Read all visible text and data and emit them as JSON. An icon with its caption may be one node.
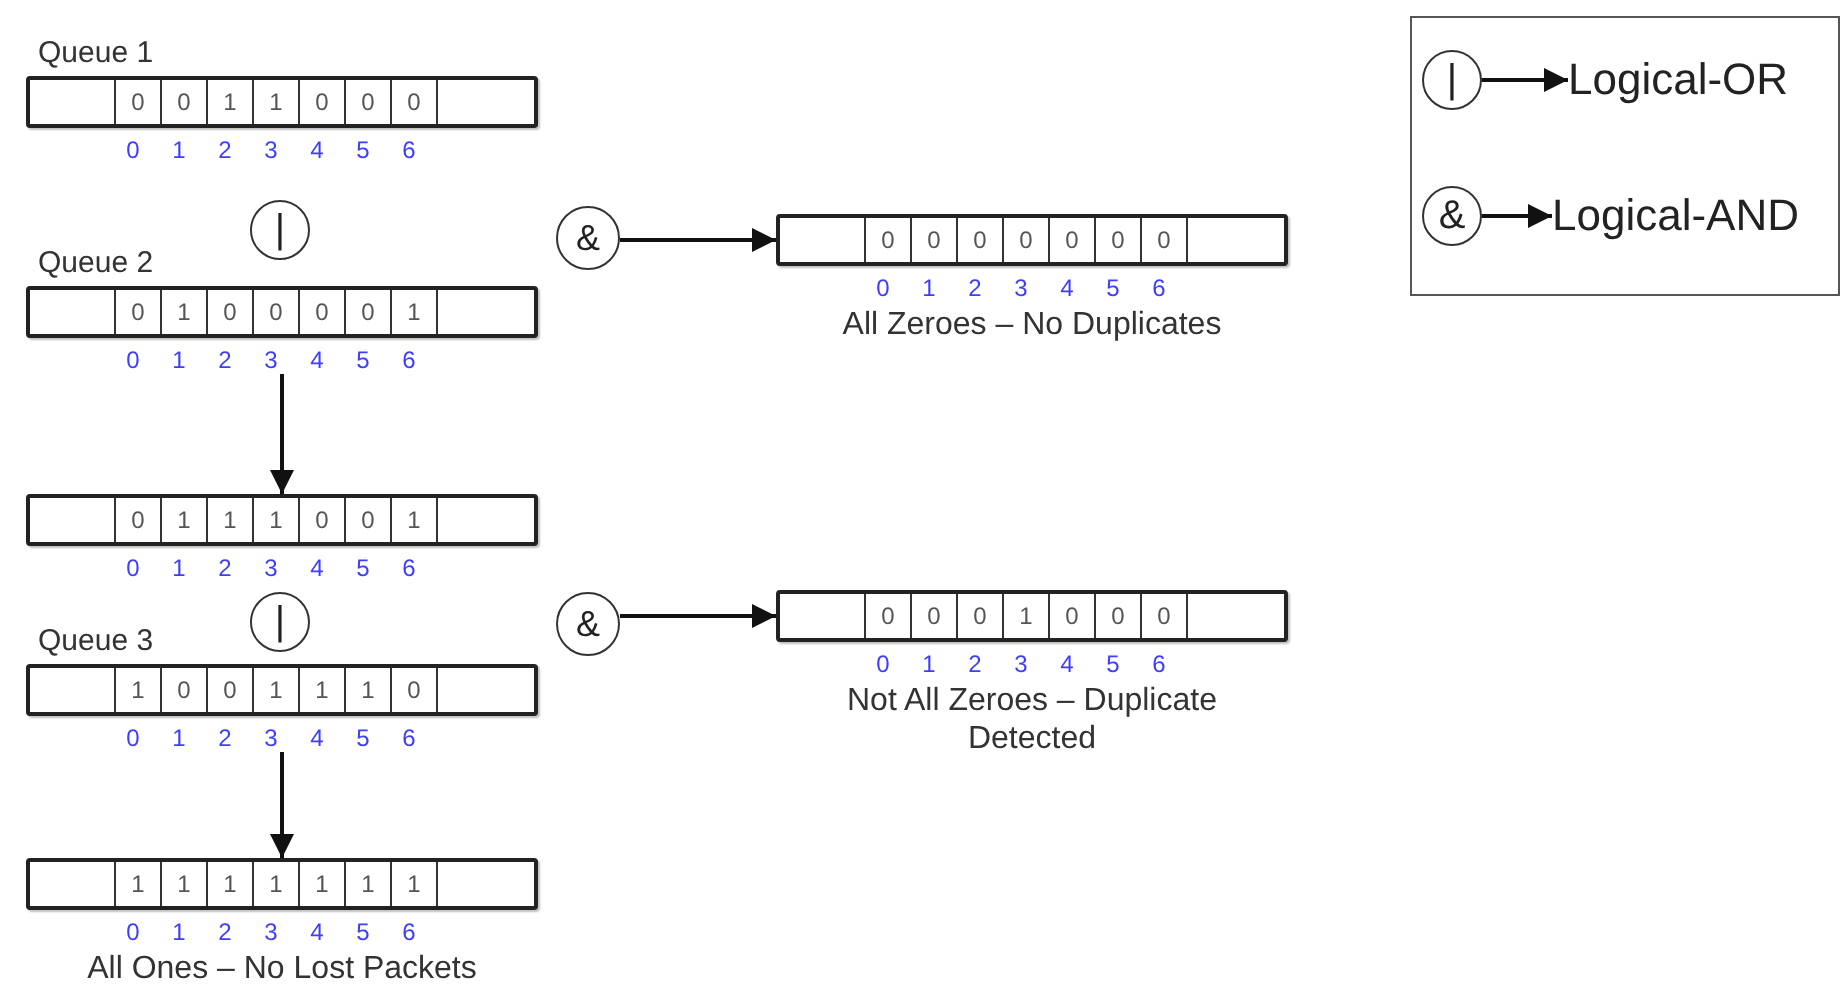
{
  "diagram": {
    "nodes": [
      {
        "text": [
          "0",
          "0",
          "1",
          "1",
          "0",
          "0",
          "0"
        ],
        "beside": [
          "0",
          "1",
          "2",
          "3",
          "4",
          "5",
          "6",
          "Queue 1"
        ]
      },
      {
        "text": [
          "|"
        ]
      },
      {
        "text": [
          "&"
        ]
      },
      {
        "text": [
          "0",
          "0",
          "0",
          "0",
          "0",
          "0",
          "0"
        ],
        "beside": [
          "0",
          "1",
          "2",
          "3",
          "4",
          "5",
          "6",
          "All Zeroes – No Duplicates"
        ]
      },
      {
        "text": [
          "0",
          "1",
          "0",
          "0",
          "0",
          "0",
          "1"
        ],
        "beside": [
          "0",
          "1",
          "2",
          "3",
          "4",
          "5",
          "6",
          "Queue 2"
        ]
      },
      {
        "text": [
          "0",
          "1",
          "1",
          "1",
          "0",
          "0",
          "1"
        ],
        "beside": [
          "0",
          "1",
          "2",
          "3",
          "4",
          "5",
          "6"
        ]
      },
      {
        "text": [
          "|"
        ]
      },
      {
        "text": [
          "&"
        ]
      },
      {
        "text": [
          "0",
          "0",
          "0",
          "1",
          "0",
          "0",
          "0"
        ],
        "beside": [
          "0",
          "1",
          "2",
          "3",
          "4",
          "5",
          "6",
          "Not All Zeroes – Duplicate Detected"
        ]
      },
      {
        "text": [
          "1",
          "0",
          "0",
          "1",
          "1",
          "1",
          "0"
        ],
        "beside": [
          "0",
          "1",
          "2",
          "3",
          "4",
          "5",
          "6",
          "Queue 3"
        ]
      },
      {
        "text": [
          "1",
          "1",
          "1",
          "1",
          "1",
          "1",
          "1"
        ],
        "beside": [
          "0",
          "1",
          "2",
          "3",
          "4",
          "5",
          "6",
          "All Ones – No Lost Packets"
        ]
      },
      {
        "text": [],
        "shape": "box"
      },
      {
        "text": [
          "|"
        ],
        "in": 11
      },
      {
        "text": [
          "Logical-OR"
        ],
        "in": 11
      },
      {
        "text": [
          "&"
        ],
        "in": 11
      },
      {
        "text": [
          "Logical-AND"
        ],
        "in": 11
      }
    ],
    "edges": [
      {
        "from": 2,
        "to": 3,
        "arrow": "to"
      },
      {
        "from": 4,
        "to": 5,
        "arrow": "to"
      },
      {
        "from": 7,
        "to": 8,
        "arrow": "to"
      },
      {
        "from": 9,
        "to": 10,
        "arrow": "to"
      },
      {
        "from": 12,
        "to": 13,
        "arrow": "to"
      },
      {
        "from": 14,
        "to": 15,
        "arrow": "to"
      }
    ]
  }
}
